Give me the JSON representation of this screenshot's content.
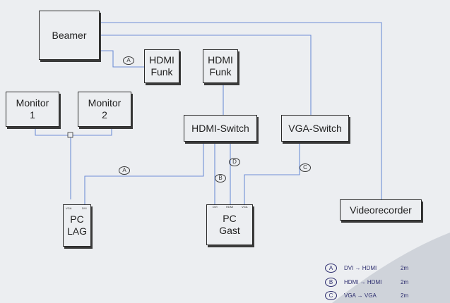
{
  "diagram": {
    "nodes": [
      {
        "id": "beamer",
        "label": "Beamer"
      },
      {
        "id": "hdmi-funk-1",
        "label": "HDMI\nFunk"
      },
      {
        "id": "hdmi-funk-2",
        "label": "HDMI\nFunk"
      },
      {
        "id": "monitor-1",
        "label": "Monitor\n1"
      },
      {
        "id": "monitor-2",
        "label": "Monitor\n2"
      },
      {
        "id": "hdmi-switch",
        "label": "HDMI-Switch"
      },
      {
        "id": "vga-switch",
        "label": "VGA-Switch"
      },
      {
        "id": "pc-lag",
        "label": "PC\nLAG"
      },
      {
        "id": "pc-gast",
        "label": "PC\nGast"
      },
      {
        "id": "videorecorder",
        "label": "Videorecorder"
      }
    ],
    "cable_tags": {
      "a1": "A",
      "a2": "A",
      "b": "B",
      "c": "C",
      "d": "D"
    },
    "ports": {
      "lag_vga": "VGA",
      "lag_dvi": "DVI",
      "gast_dvi": "DVI",
      "gast_hdmi": "HDMI",
      "gast_vga": "VGA"
    },
    "legend": [
      {
        "tag": "A",
        "cable": "DVI → HDMI",
        "length": "2m"
      },
      {
        "tag": "B",
        "cable": "HDMI → HDMI",
        "length": "2m"
      },
      {
        "tag": "C",
        "cable": "VGA → VGA",
        "length": "2m"
      }
    ]
  },
  "colors": {
    "ink": "#2a2a2a",
    "blue_line": "#6f8fd6",
    "pen": "#2c2c6e"
  }
}
